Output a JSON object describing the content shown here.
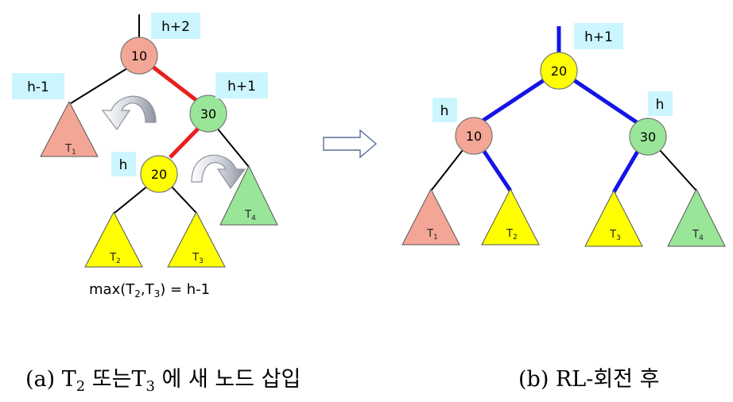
{
  "colors": {
    "pink": "#f4a696",
    "yellow": "#ffff00",
    "green": "#99e699",
    "label_bg": "#ccf6ff",
    "red_edge": "#e8201c",
    "blue_edge": "#1414e6",
    "black_edge": "#000000"
  },
  "left": {
    "nodes": {
      "n10": "10",
      "n30": "30",
      "n20": "20"
    },
    "labels": {
      "root": "h+2",
      "left_sub": "h-1",
      "n30": "h+1",
      "n20": "h"
    },
    "subtrees": {
      "t1": {
        "base": "T",
        "sub": "1"
      },
      "t2": {
        "base": "T",
        "sub": "2"
      },
      "t3": {
        "base": "T",
        "sub": "3"
      },
      "t4": {
        "base": "T",
        "sub": "4"
      }
    },
    "formula": {
      "prefix": "max(T",
      "sub1": "2",
      "mid": ",T",
      "sub2": "3",
      "suffix": ") = h-1"
    }
  },
  "right": {
    "nodes": {
      "n20": "20",
      "n10": "10",
      "n30": "30"
    },
    "labels": {
      "root": "h+1",
      "n10": "h",
      "n30": "h"
    },
    "subtrees": {
      "t1": {
        "base": "T",
        "sub": "1"
      },
      "t2": {
        "base": "T",
        "sub": "2"
      },
      "t3": {
        "base": "T",
        "sub": "3"
      },
      "t4": {
        "base": "T",
        "sub": "4"
      }
    }
  },
  "captions": {
    "a": {
      "prefix": "(a) T",
      "sub1": "2",
      "mid": " 또는T",
      "sub2": "3",
      "suffix": " 에 새 노드 삽입"
    },
    "b": {
      "text": "(b) RL-회전 후"
    }
  }
}
